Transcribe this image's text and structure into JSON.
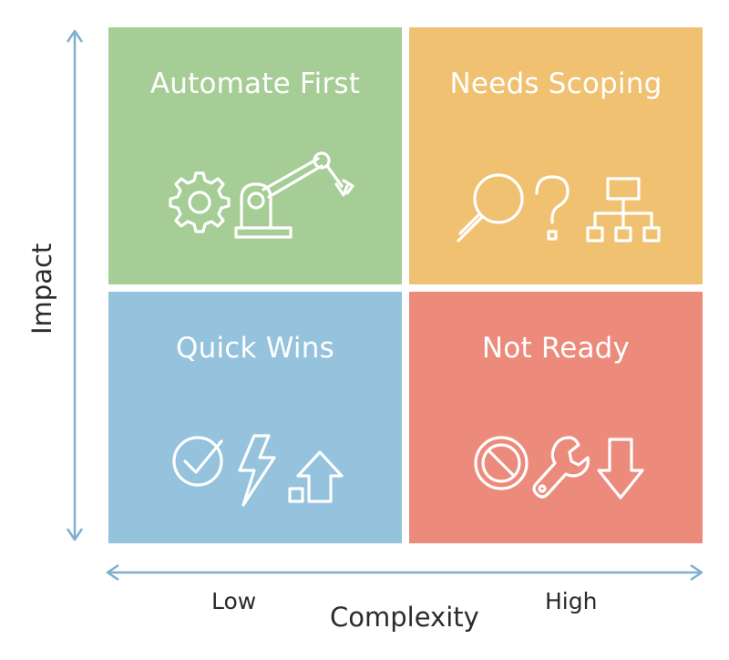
{
  "quadrants": {
    "top_left": {
      "label": "Automate First",
      "color": "#a6cd96",
      "icons": [
        "gear-icon",
        "robot-arm-icon"
      ]
    },
    "top_right": {
      "label": "Needs Scoping",
      "color": "#efc170",
      "icons": [
        "magnifier-icon",
        "question-mark-icon",
        "hierarchy-icon"
      ]
    },
    "bottom_left": {
      "label": "Quick Wins",
      "color": "#95c2dc",
      "icons": [
        "check-circle-icon",
        "lightning-icon",
        "arrow-up-icon"
      ]
    },
    "bottom_right": {
      "label": "Not Ready",
      "color": "#ec8a7c",
      "icons": [
        "blocked-icon",
        "wrench-icon",
        "arrow-down-icon"
      ]
    }
  },
  "axes": {
    "y_label": "Impact",
    "x_label": "Complexity",
    "x_low": "Low",
    "x_high": "High",
    "arrow_color": "#7fb0cf"
  }
}
